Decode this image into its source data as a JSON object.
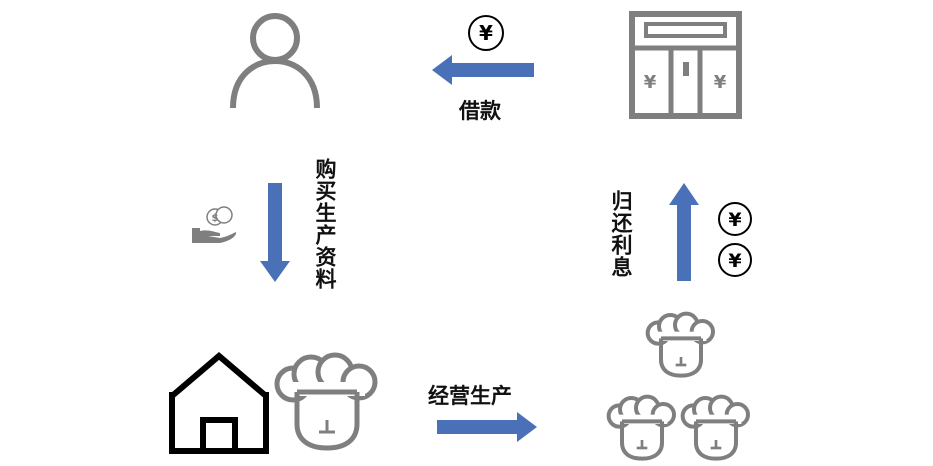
{
  "labels": {
    "borrow": "借款",
    "buy": "购买生产资料",
    "produce": "经营生产",
    "repay": "归还利息"
  },
  "symbols": {
    "yuan": "¥",
    "dollar": "$"
  },
  "colors": {
    "arrow": "#4a70b8",
    "icon_gray": "#7f7f7f",
    "outline": "#000000"
  }
}
